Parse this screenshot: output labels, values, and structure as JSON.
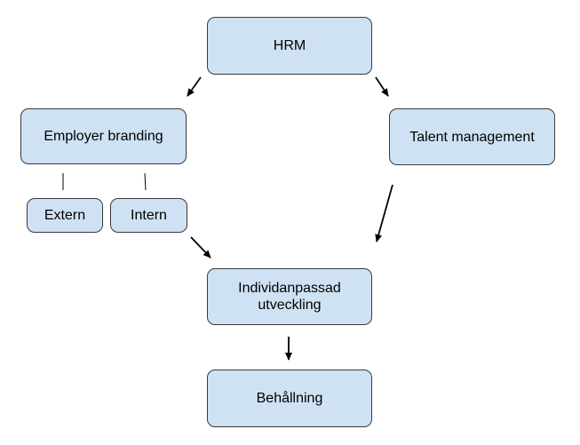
{
  "nodes": {
    "hrm": "HRM",
    "employer_branding": "Employer branding",
    "talent_management": "Talent management",
    "extern": "Extern",
    "intern": "Intern",
    "individanpassad": "Individanpassad\nutveckling",
    "behallning": "Behållning"
  },
  "colors": {
    "node_fill": "#cfe2f3",
    "node_border": "#3a3a3a",
    "edge": "#000000"
  }
}
